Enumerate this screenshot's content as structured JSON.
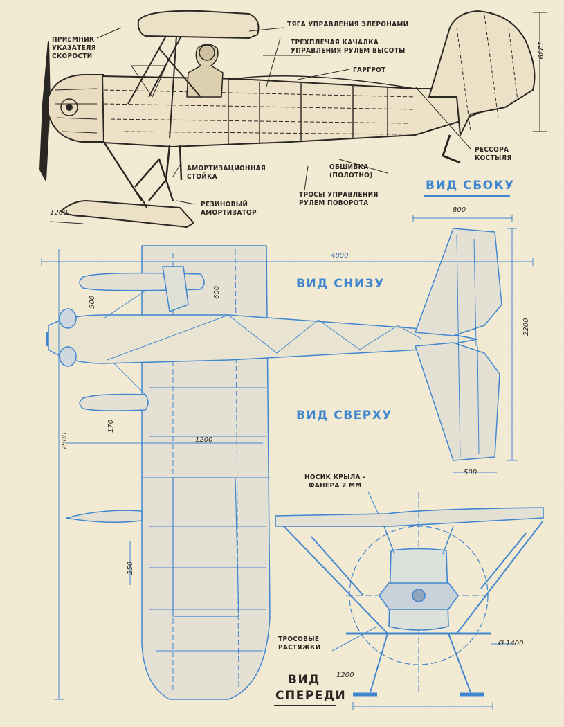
{
  "side_view": {
    "title": "ВИД СБОКУ",
    "labels": {
      "pitot": [
        "ПРИЕМНИК",
        "УКАЗАТЕЛЯ",
        "СКОРОСТИ"
      ],
      "aileron_rod": "ТЯГА УПРАВЛЕНИЯ ЭЛЕРОНАМИ",
      "elevator_rocker": [
        "ТРЕХПЛЕЧАЯ КАЧАЛКА",
        "УПРАВЛЕНИЯ РУЛЕМ ВЫСОТЫ"
      ],
      "gargrot": "ГАРГРОТ",
      "tail_spring": [
        "РЕССОРА",
        "КОСТЫЛЯ"
      ],
      "shock_strut": [
        "АМОРТИЗАЦИОННАЯ",
        "СТОЙКА"
      ],
      "skin": [
        "ОБШИВКА",
        "(ПОЛОТНО)"
      ],
      "rudder_cables": [
        "ТРОСЫ УПРАВЛЕНИЯ",
        "РУЛЕМ ПОВОРОТА"
      ],
      "rubber_shock": [
        "РЕЗИНОВЫЙ",
        "АМОРТИЗАТОР"
      ]
    },
    "dims": {
      "height": "1239",
      "ski": "1200"
    }
  },
  "plan_view": {
    "title_bottom": "ВИД СНИЗУ",
    "title_top": "ВИД СВЕРХУ",
    "dims": {
      "length": "4800",
      "tail_chord": "800",
      "tail_span": "2200",
      "elevator": "500",
      "nose": "500",
      "wing_600": "600",
      "wing_170": "170",
      "span": "7800",
      "chord": "1200",
      "rib": "250"
    }
  },
  "front_view": {
    "title": [
      "ВИД",
      "СПЕРЕДИ"
    ],
    "labels": {
      "leading_edge": [
        "НОСИК КРЫЛА -",
        "ФАНЕРА  2 мм"
      ],
      "bracing": [
        "ТРОСОВЫЕ",
        "РАСТЯЖКИ"
      ]
    },
    "dims": {
      "prop": "Ø 1400",
      "ski": "1200"
    }
  },
  "colors": {
    "paper": "#f3ead4",
    "blue": "#3f86cf",
    "ink": "#2a2622"
  }
}
